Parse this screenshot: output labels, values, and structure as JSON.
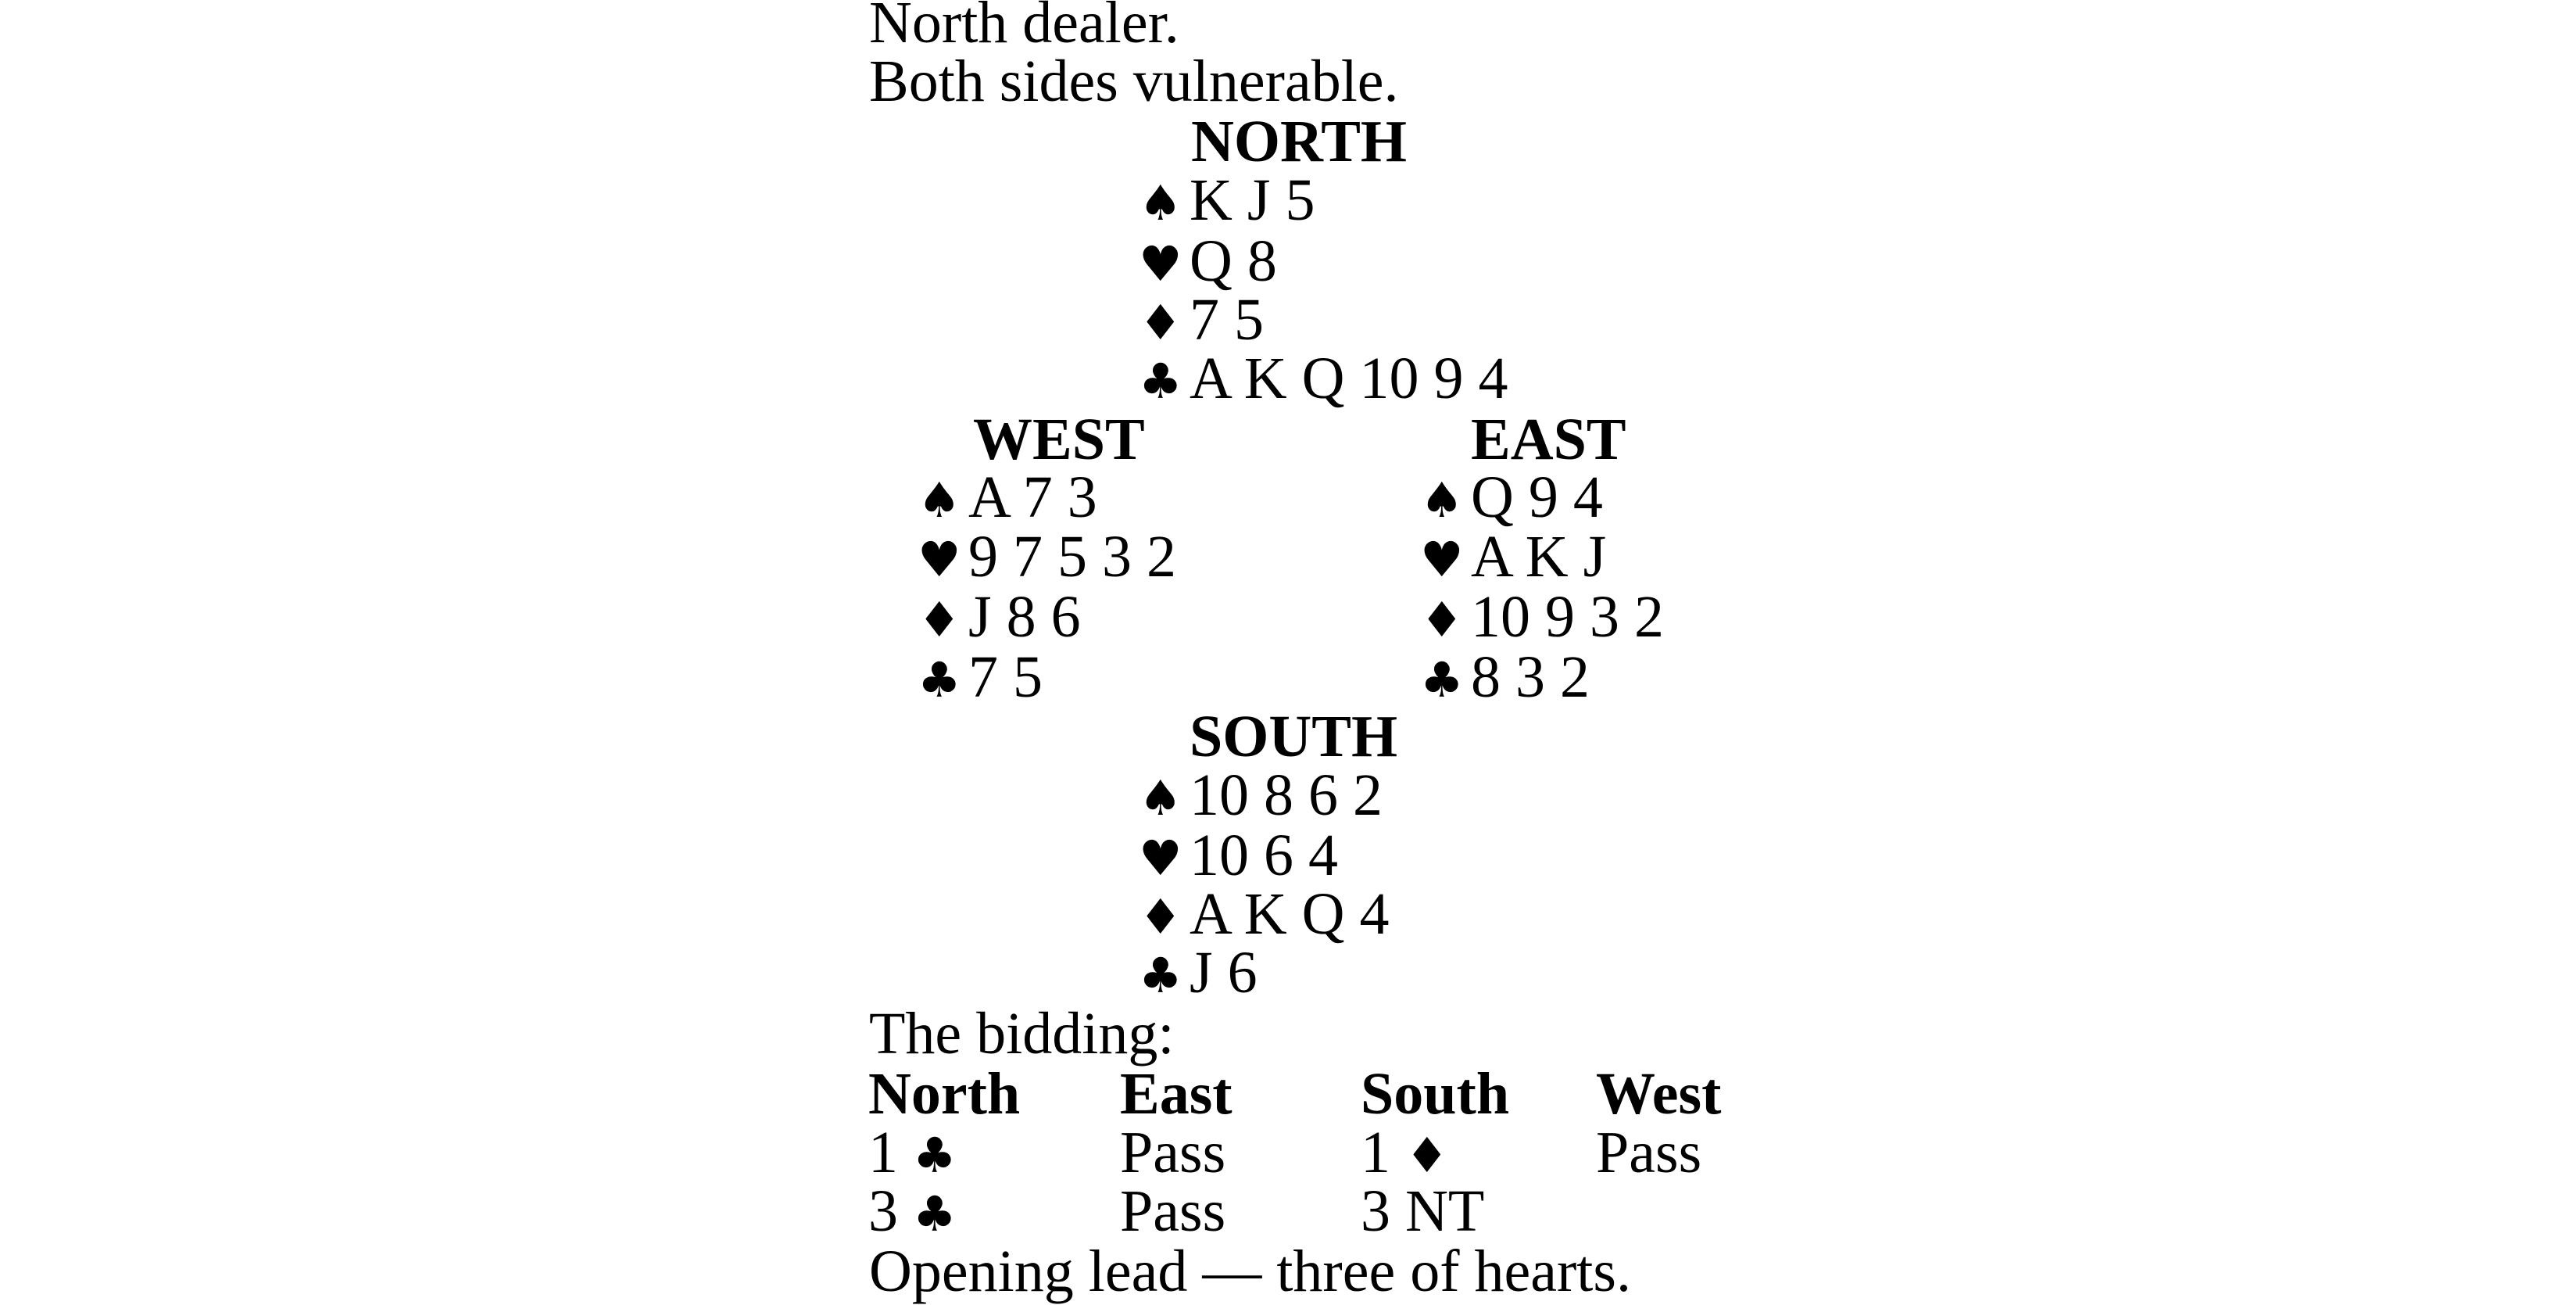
{
  "intro": {
    "dealer": "North dealer.",
    "vulnerability": "Both sides vulnerable."
  },
  "suit_icons": {
    "spades": "♠",
    "hearts": "♥",
    "diamonds": "♦",
    "clubs": "♣"
  },
  "hands": {
    "north": {
      "label": "NORTH",
      "spades": "K J 5",
      "hearts": "Q 8",
      "diamonds": "7 5",
      "clubs": "A K Q 10 9 4"
    },
    "west": {
      "label": "WEST",
      "spades": "A 7 3",
      "hearts": "9 7 5 3 2",
      "diamonds": "J 8 6",
      "clubs": "7 5"
    },
    "east": {
      "label": "EAST",
      "spades": "Q 9 4",
      "hearts": "A K J",
      "diamonds": "10 9 3 2",
      "clubs": "8 3 2"
    },
    "south": {
      "label": "SOUTH",
      "spades": "10 8 6 2",
      "hearts": "10 6 4",
      "diamonds": "A K Q 4",
      "clubs": "J 6"
    }
  },
  "bidding": {
    "title": "The bidding:",
    "headers": [
      "North",
      "East",
      "South",
      "West"
    ],
    "rows": [
      [
        {
          "level": "1",
          "suit": "♣"
        },
        {
          "text": "Pass"
        },
        {
          "level": "1",
          "suit": "♦"
        },
        {
          "text": "Pass"
        }
      ],
      [
        {
          "level": "3",
          "suit": "♣"
        },
        {
          "text": "Pass"
        },
        {
          "text": "3 NT"
        },
        {
          "text": ""
        }
      ]
    ]
  },
  "opening_lead": "Opening lead — three of hearts."
}
